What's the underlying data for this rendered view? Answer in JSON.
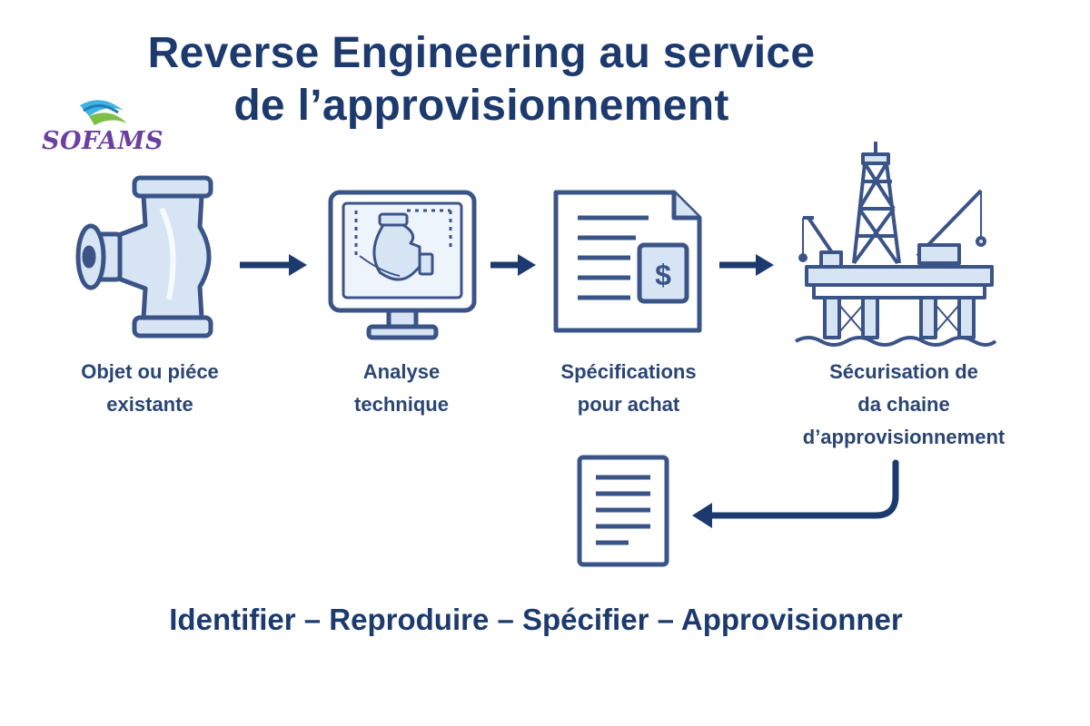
{
  "title": {
    "line1": "Reverse Engineering au service",
    "line2": "de l’approvisionnement"
  },
  "logo": {
    "text": "SOFAMS"
  },
  "steps": [
    {
      "icon": "pipe-fitting-icon",
      "line1": "Objet ou piéce",
      "line2": "existante"
    },
    {
      "icon": "computer-analysis-icon",
      "line1": "Analyse",
      "line2": "technique"
    },
    {
      "icon": "specification-document-icon",
      "line1": "Spécifications",
      "line2": "pour achat"
    },
    {
      "icon": "offshore-platform-icon",
      "line1": "Sécurisation de",
      "line2": "da chaine",
      "line3": "d’approvisionnement"
    }
  ],
  "return_step": {
    "icon": "document-icon"
  },
  "footer": "Identifier – Reproduire – Spécifier – Approvisionner",
  "colors": {
    "navy": "#1c3a6e",
    "icon_stroke": "#3b5488",
    "icon_fill": "#d6e4f4",
    "label": "#2b4572",
    "logo_purple": "#6b3fa0",
    "logo_cyan": "#3fb4e0",
    "logo_green": "#7cc04a"
  }
}
